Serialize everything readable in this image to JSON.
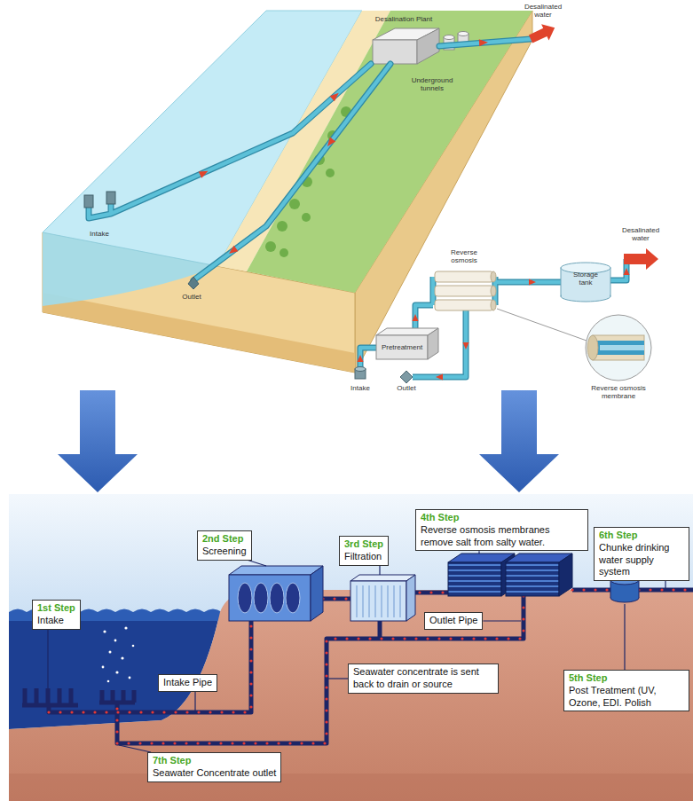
{
  "diagram": {
    "nodes": [
      {
        "text": [
          "1st Step",
          "Intake"
        ]
      },
      {
        "text": [
          "2nd Step",
          "Screening"
        ]
      },
      {
        "text": [
          "3rd Step",
          "Filtration"
        ]
      },
      {
        "text": [
          "4th Step",
          "Reverse osmosis membranes remove salt from salty water."
        ]
      },
      {
        "text": [
          "6th Step",
          "Chunke drinking water supply system"
        ]
      },
      {
        "text": [
          "Outlet Pipe"
        ]
      },
      {
        "text": [
          "5th Step",
          "Post Treatment (UV, Ozone, EDI. Polish"
        ]
      },
      {
        "text": [
          "Seawater concentrate is sent back to drain or source"
        ]
      },
      {
        "text": [
          "Intake Pipe"
        ]
      },
      {
        "text": [
          "7th Step",
          "Seawater Concentrate outlet"
        ]
      }
    ],
    "labels": [
      "Desalinated water",
      "Desalination Plant",
      "Underground tunnels",
      "Intake",
      "Desalinated water",
      "Reverse osmosis",
      "Storage tank",
      "Outlet",
      "Pretreatment",
      "Reverse osmosis membrane",
      "Intake",
      "Outlet"
    ]
  }
}
